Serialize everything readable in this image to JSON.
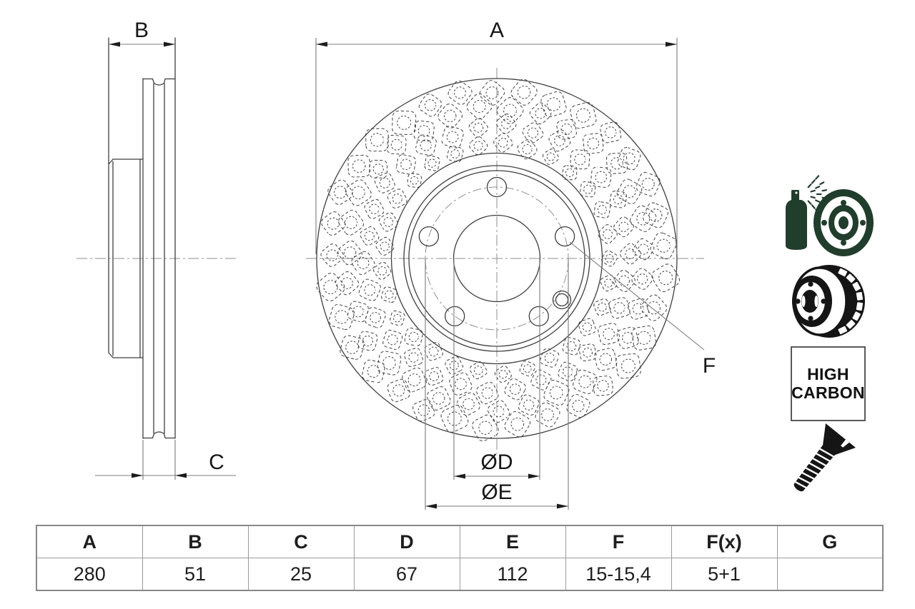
{
  "colors": {
    "line": "#3f3f3f",
    "dim": "#7b7b7b",
    "center": "#8f8f8f",
    "arrow": "#1c1c1c",
    "icon_green": "#213d2c",
    "icon_black": "#151515"
  },
  "drawing": {
    "labels": {
      "a": "A",
      "b": "B",
      "c": "C",
      "d": "ØD",
      "e": "ØE",
      "f": "F"
    }
  },
  "badges": {
    "high_carbon": {
      "line1": "HIGH",
      "line2": "CARBON"
    }
  },
  "table": {
    "headers": [
      "A",
      "B",
      "C",
      "D",
      "E",
      "F",
      "F(x)",
      "G"
    ],
    "values": [
      "280",
      "51",
      "25",
      "67",
      "112",
      "15-15,4",
      "5+1",
      ""
    ]
  }
}
